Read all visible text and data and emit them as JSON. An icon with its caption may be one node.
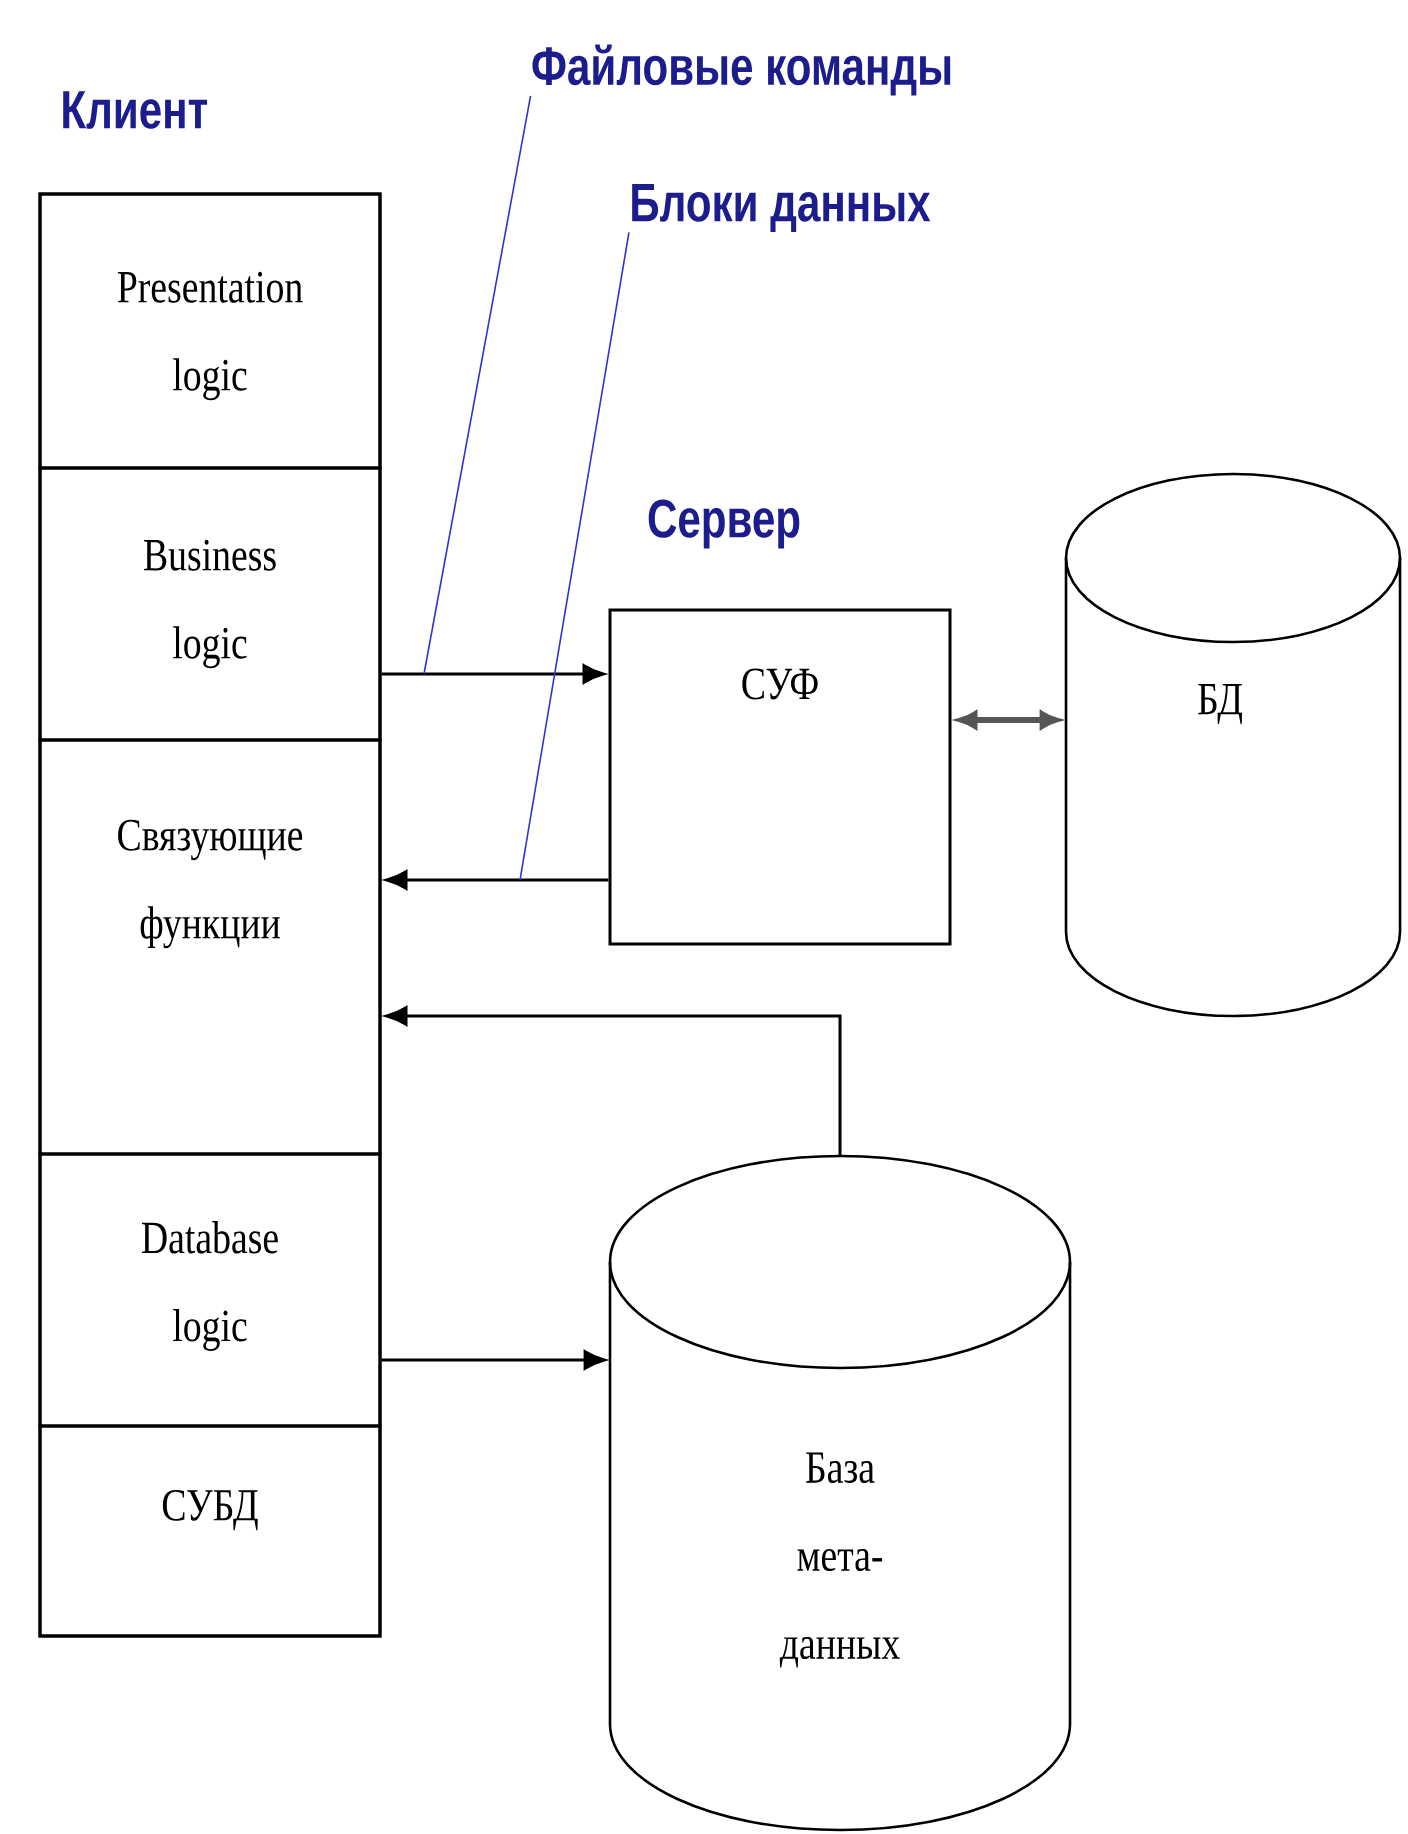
{
  "diagram": {
    "nodes": [
      {
        "text": [
          "Клиент"
        ]
      },
      {
        "text": [
          "Presentation logic"
        ],
        "in": 0
      },
      {
        "text": [
          "Business logic"
        ],
        "in": 0
      },
      {
        "text": [
          "Связующие функции"
        ],
        "in": 0
      },
      {
        "text": [
          "Database logic"
        ],
        "in": 0
      },
      {
        "text": [
          "СУБД"
        ],
        "in": 0
      },
      {
        "text": [
          "Сервер",
          "СУФ"
        ]
      },
      {
        "text": [
          "БД"
        ]
      },
      {
        "text": [
          "База мета- данных"
        ]
      },
      {
        "text": [
          "Файловые команды"
        ]
      },
      {
        "text": [
          "Блоки данных"
        ]
      }
    ],
    "edges": [
      {
        "from": 2,
        "to": 6,
        "arrow": "to"
      },
      {
        "from": 6,
        "to": 3,
        "arrow": "to"
      },
      {
        "from": 6,
        "to": 7,
        "arrow": "both",
        "style": "thick",
        "color": "#555555"
      },
      {
        "from": 8,
        "to": 3,
        "arrow": "to"
      },
      {
        "from": 4,
        "to": 8,
        "arrow": "to"
      },
      {
        "from": 9,
        "to": null,
        "arrow": "none",
        "color": "#3333cc"
      },
      {
        "from": 10,
        "to": null,
        "arrow": "none",
        "color": "#3333cc"
      }
    ]
  }
}
